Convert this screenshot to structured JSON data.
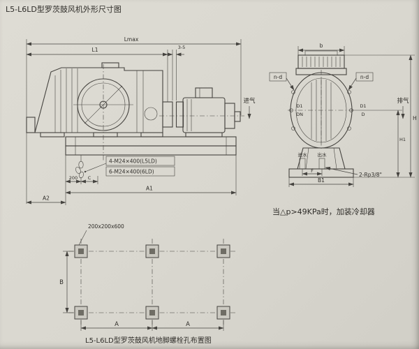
{
  "page": {
    "title": "L5-L6LD型罗茨鼓风机外形尺寸图",
    "cooler_note": "当△p>49KPa时，加装冷却器",
    "bottom_caption": "L5-L6LD型罗茨鼓风机地脚螺栓孔布置图"
  },
  "side_view": {
    "dim_lmax": "Lmax",
    "dim_l1": "L1",
    "dim_gap": "3-5",
    "dim_200": "200",
    "dim_c": "C",
    "dim_a1": "A1",
    "dim_a2": "A2",
    "callout_bolt_l5ld": "4-M24×400(L5LD)",
    "callout_bolt_6ld": "6-M24×400(6LD)"
  },
  "end_view": {
    "dim_b": "b",
    "nd_left": "n-d",
    "nd_right": "n-d",
    "inlet_label": "进气",
    "outlet_label": "排气",
    "dim_d1_left": "D1",
    "dim_dn": "DN",
    "dim_d1_right": "D1",
    "dim_d": "D",
    "water_in": "进水",
    "water_out": "出水",
    "dim_f": "F",
    "dim_b1": "B1",
    "dim_h1": "H1",
    "dim_h": "H",
    "thread_callout": "2-Rp3/8\""
  },
  "foundation": {
    "pad_label": "200x200x600",
    "dim_b": "B",
    "dim_a_left": "A",
    "dim_a_right": "A"
  },
  "colors": {
    "paper": "#d9d7cf",
    "line": "#45433f",
    "text": "#2f2d29"
  }
}
